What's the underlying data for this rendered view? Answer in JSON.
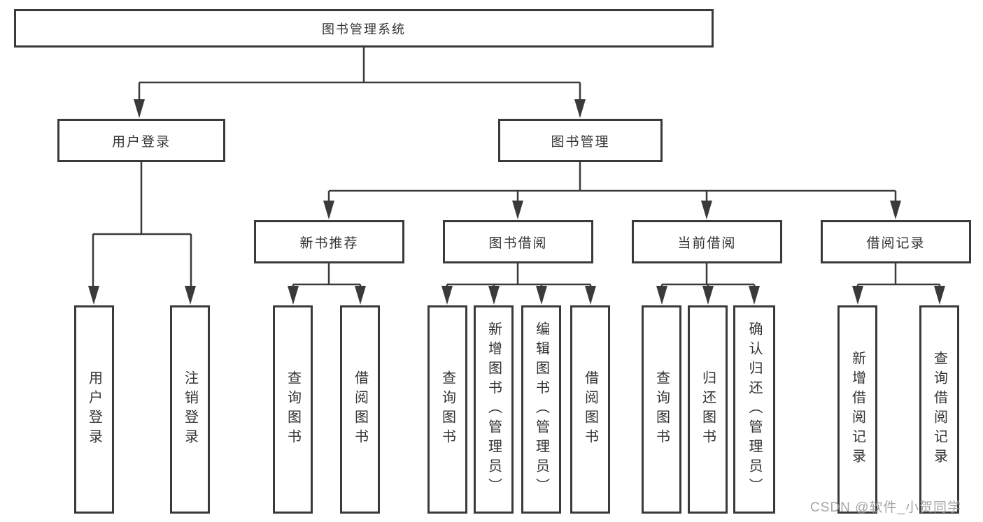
{
  "diagram": {
    "root": {
      "label": "图书管理系统",
      "children": [
        {
          "label": "用户登录",
          "children": [
            {
              "label": "用户登录"
            },
            {
              "label": "注销登录"
            }
          ]
        },
        {
          "label": "图书管理",
          "children": [
            {
              "label": "新书推荐",
              "children": [
                {
                  "label": "查询图书"
                },
                {
                  "label": "借阅图书"
                }
              ]
            },
            {
              "label": "图书借阅",
              "children": [
                {
                  "label": "查询图书"
                },
                {
                  "label": "新增图书（管理员）"
                },
                {
                  "label": "编辑图书（管理员）"
                },
                {
                  "label": "借阅图书"
                }
              ]
            },
            {
              "label": "当前借阅",
              "children": [
                {
                  "label": "查询图书"
                },
                {
                  "label": "归还图书"
                },
                {
                  "label": "确认归还（管理员）"
                }
              ]
            },
            {
              "label": "借阅记录",
              "children": [
                {
                  "label": "新增借阅记录"
                },
                {
                  "label": "查询借阅记录"
                }
              ]
            }
          ]
        }
      ]
    }
  },
  "watermark": {
    "text": "CSDN @软件_小贺同学"
  },
  "colors": {
    "line": "#3a3a3a",
    "text": "#333333",
    "watermark": "#a9a9a9",
    "background": "#ffffff"
  }
}
